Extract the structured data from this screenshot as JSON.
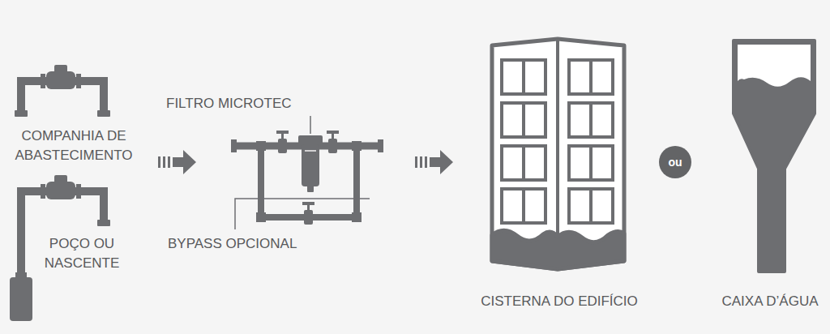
{
  "diagram": {
    "nodes": [
      {
        "text": [
          "ou"
        ]
      }
    ],
    "labels": [
      "COMPANHIA DE ABASTECIMENTO",
      "POÇO OU NASCENTE",
      "FILTRO MICROTEC",
      "BYPASS OPCIONAL",
      "CISTERNA DO EDIFÍCIO",
      "CAIXA D’ÁGUA"
    ]
  }
}
